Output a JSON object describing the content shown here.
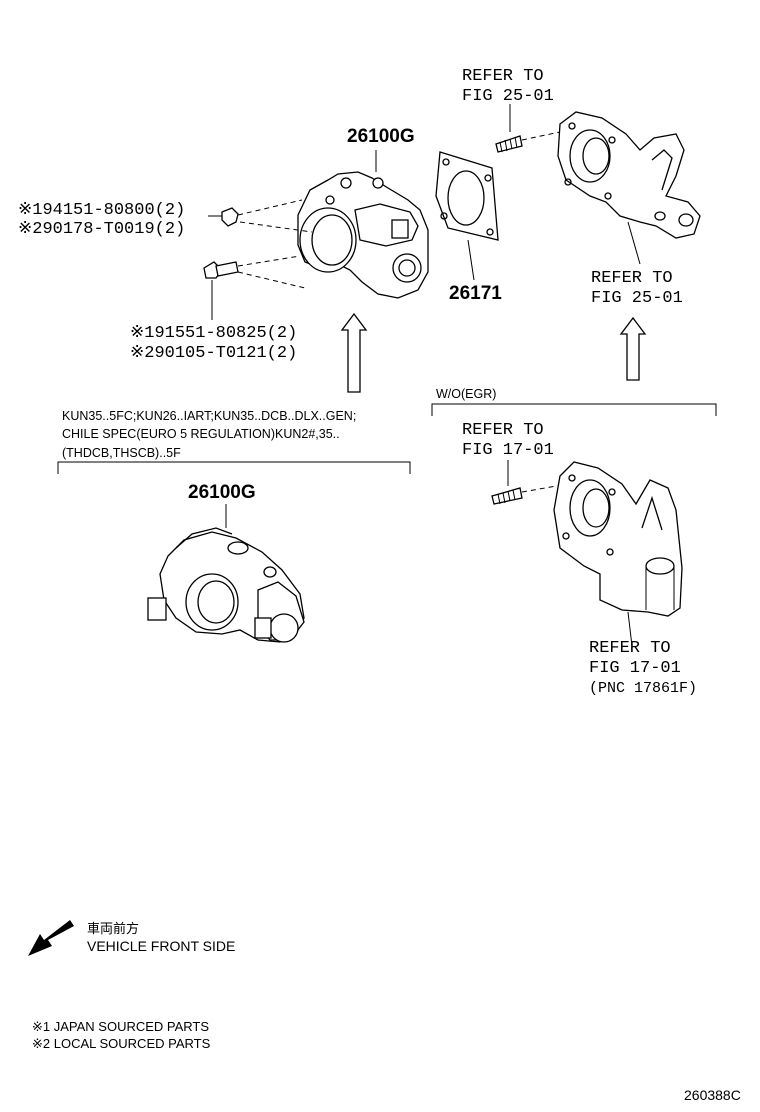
{
  "top_assembly": {
    "part_number": "26100G",
    "bolt_a": [
      "※194151-80800(2)",
      "※290178-T0019(2)"
    ],
    "bolt_b": [
      "※191551-80825(2)",
      "※290105-T0121(2)"
    ]
  },
  "gasket": {
    "part_number": "26171"
  },
  "stud_ref_top": [
    "REFER TO",
    "FIG 25-01"
  ],
  "manifold_ref_top": [
    "REFER TO",
    "FIG 25-01"
  ],
  "variant_condition": [
    "KUN35..5FC;KUN26..IART;KUN35..DCB..DLX..GEN;",
    "CHILE SPEC(EURO 5 REGULATION)KUN2#,35..",
    "(THDCB,THSCB)..5F"
  ],
  "variant_assembly": {
    "part_number": "26100G"
  },
  "wo_egr": {
    "label": "W/O(EGR)",
    "stud_ref": [
      "REFER TO",
      "FIG 17-01"
    ],
    "manifold_ref": [
      "REFER TO",
      "FIG 17-01",
      "(PNC 17861F)"
    ]
  },
  "front_indicator": {
    "label_jp": "車両前方",
    "label_en": "VEHICLE FRONT SIDE"
  },
  "legend": [
    "※1 JAPAN SOURCED PARTS",
    "※2 LOCAL SOURCED PARTS"
  ],
  "figure_code": "260388C"
}
